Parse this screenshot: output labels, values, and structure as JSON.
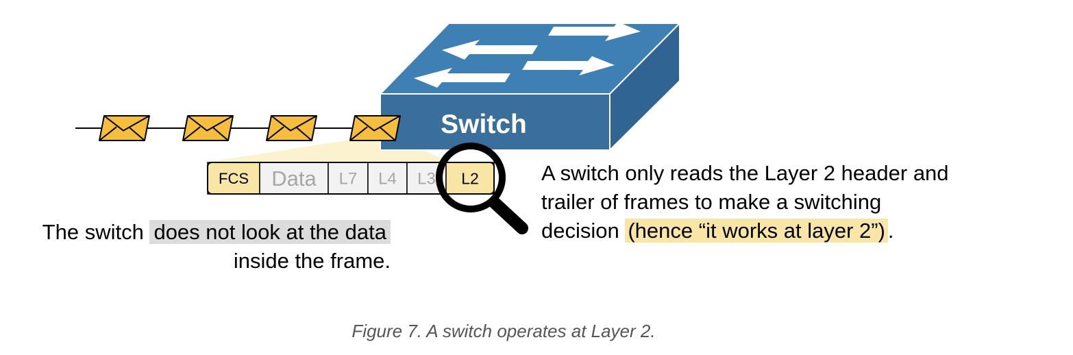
{
  "switch": {
    "label": "Switch"
  },
  "frame_segments": [
    {
      "key": "fcs",
      "label": "FCS"
    },
    {
      "key": "data",
      "label": "Data"
    },
    {
      "key": "l7",
      "label": "L7"
    },
    {
      "key": "l4",
      "label": "L4"
    },
    {
      "key": "l3",
      "label": "L3"
    },
    {
      "key": "l2",
      "label": "L2"
    }
  ],
  "left_note": {
    "prefix": "The switch ",
    "highlight": "does not look at the data",
    "line2": "inside the frame."
  },
  "right_note": {
    "line1": "A switch only reads the Layer 2 header and",
    "line2": "trailer of frames to make a switching",
    "line3_prefix": "decision ",
    "line3_highlight": "(hence “it works at layer 2”)",
    "line3_suffix": "."
  },
  "caption": "Figure 7. A switch operates at Layer 2.",
  "colors": {
    "switch_top": "#3f80b4",
    "switch_front": "#3b6f9b",
    "switch_side": "#2f6493",
    "envelope": "#f5be3f",
    "segment_yellow": "#f9e6a6",
    "segment_gray": "#f2f2f2",
    "highlight_gray": "#dcdcdc",
    "cone": "#fdf2cf"
  }
}
